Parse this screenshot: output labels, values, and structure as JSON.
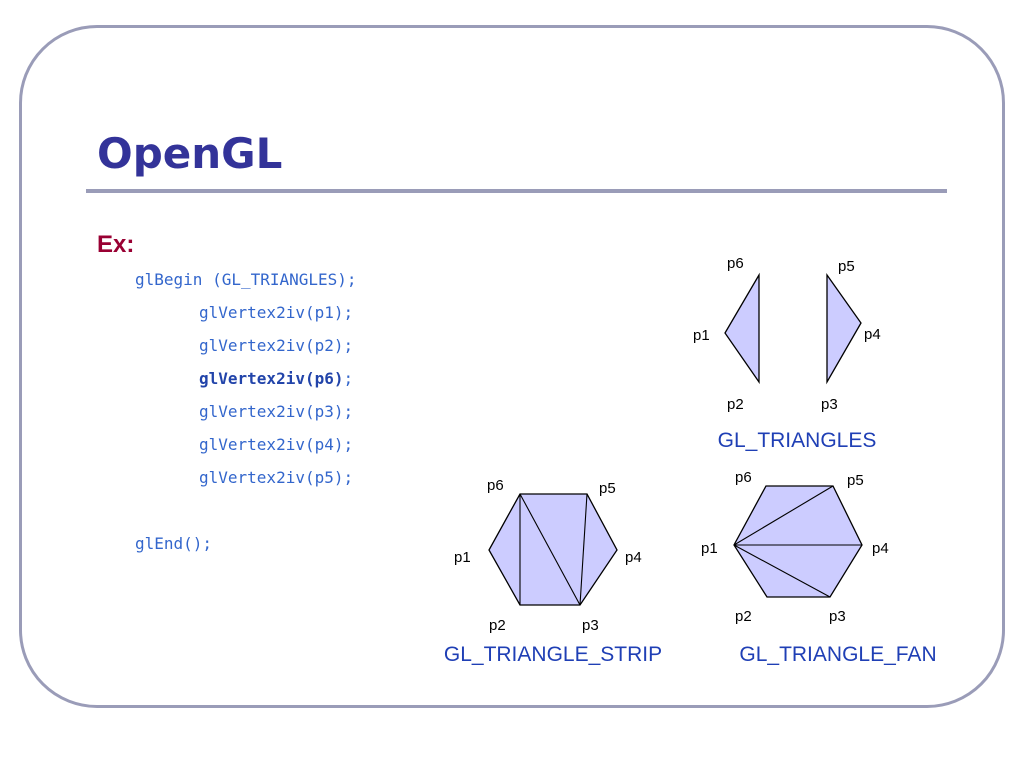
{
  "slide": {
    "title": "OpenGL",
    "example_label": "Ex:"
  },
  "code": {
    "begin": "glBegin (GL_TRIANGLES);",
    "vertices": [
      {
        "text": "glVertex2iv(p1);",
        "bold": false
      },
      {
        "text": "glVertex2iv(p2);",
        "bold": false
      },
      {
        "text": "glVertex2iv(p6)",
        "tail": ";",
        "bold": true
      },
      {
        "text": "glVertex2iv(p3);",
        "bold": false
      },
      {
        "text": "glVertex2iv(p4);",
        "bold": false
      },
      {
        "text": "glVertex2iv(p5);",
        "bold": false
      }
    ],
    "end": "glEnd();"
  },
  "diagrams": {
    "triangles": {
      "caption": "GL_TRIANGLES",
      "labels": {
        "p1": "p1",
        "p2": "p2",
        "p3": "p3",
        "p4": "p4",
        "p5": "p5",
        "p6": "p6"
      }
    },
    "strip": {
      "caption": "GL_TRIANGLE_STRIP",
      "labels": {
        "p1": "p1",
        "p2": "p2",
        "p3": "p3",
        "p4": "p4",
        "p5": "p5",
        "p6": "p6"
      }
    },
    "fan": {
      "caption": "GL_TRIANGLE_FAN",
      "labels": {
        "p1": "p1",
        "p2": "p2",
        "p3": "p3",
        "p4": "p4",
        "p5": "p5",
        "p6": "p6"
      }
    }
  },
  "colors": {
    "title": "#333399",
    "accent_label": "#990033",
    "code": "#3366cc",
    "fill": "#ccccff",
    "frame": "#9a9cb8"
  }
}
